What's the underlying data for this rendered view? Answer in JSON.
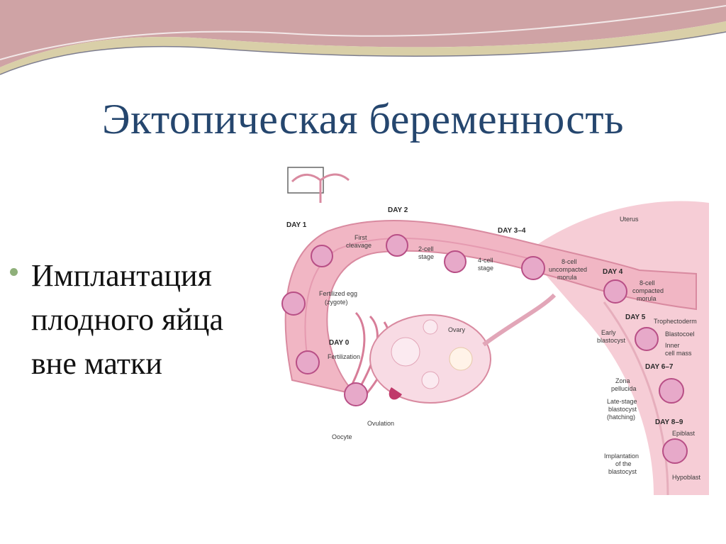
{
  "slide": {
    "title": "Эктопическая беременность",
    "bullet": "Имплантация плодного яйца вне матки"
  },
  "figure": {
    "labels": {
      "day1": "DAY 1",
      "day2": "DAY 2",
      "day34": "DAY 3–4",
      "day4": "DAY 4",
      "day5": "DAY 5",
      "day67": "DAY 6–7",
      "day89": "DAY 8–9",
      "day0": "DAY 0",
      "uterus": "Uterus",
      "first_cleavage_1": "First",
      "first_cleavage_2": "cleavage",
      "cell2_1": "2-cell",
      "cell2_2": "stage",
      "cell4_1": "4-cell",
      "cell4_2": "stage",
      "cell8u_1": "8-cell",
      "cell8u_2": "uncompacted",
      "cell8u_3": "morula",
      "cell8c_1": "8-cell",
      "cell8c_2": "compacted",
      "cell8c_3": "morula",
      "trophectoderm": "Trophectoderm",
      "blastocoel": "Blastocoel",
      "inner_1": "Inner",
      "inner_2": "cell mass",
      "early_1": "Early",
      "early_2": "blastocyst",
      "zona_1": "Zona",
      "zona_2": "pellucida",
      "late_1": "Late-stage",
      "late_2": "blastocyst",
      "late_3": "(hatching)",
      "epiblast": "Epiblast",
      "hypoblast": "Hypoblast",
      "impl_1": "Implantation",
      "impl_2": "of the",
      "impl_3": "blastocyst",
      "fert_1": "Fertilized egg",
      "fert_2": "(zygote)",
      "fertilization": "Fertilization",
      "ovary": "Ovary",
      "ovulation": "Ovulation",
      "oocyte": "Oocyte"
    },
    "colors": {
      "tube": "#f1b6c4",
      "tube_dark": "#d98aa0",
      "uterus": "#f6cdd6",
      "cell": "#b84f86",
      "cell_light": "#e7a9c9",
      "ovary": "#f8dbe4",
      "title": "#25466e"
    }
  }
}
